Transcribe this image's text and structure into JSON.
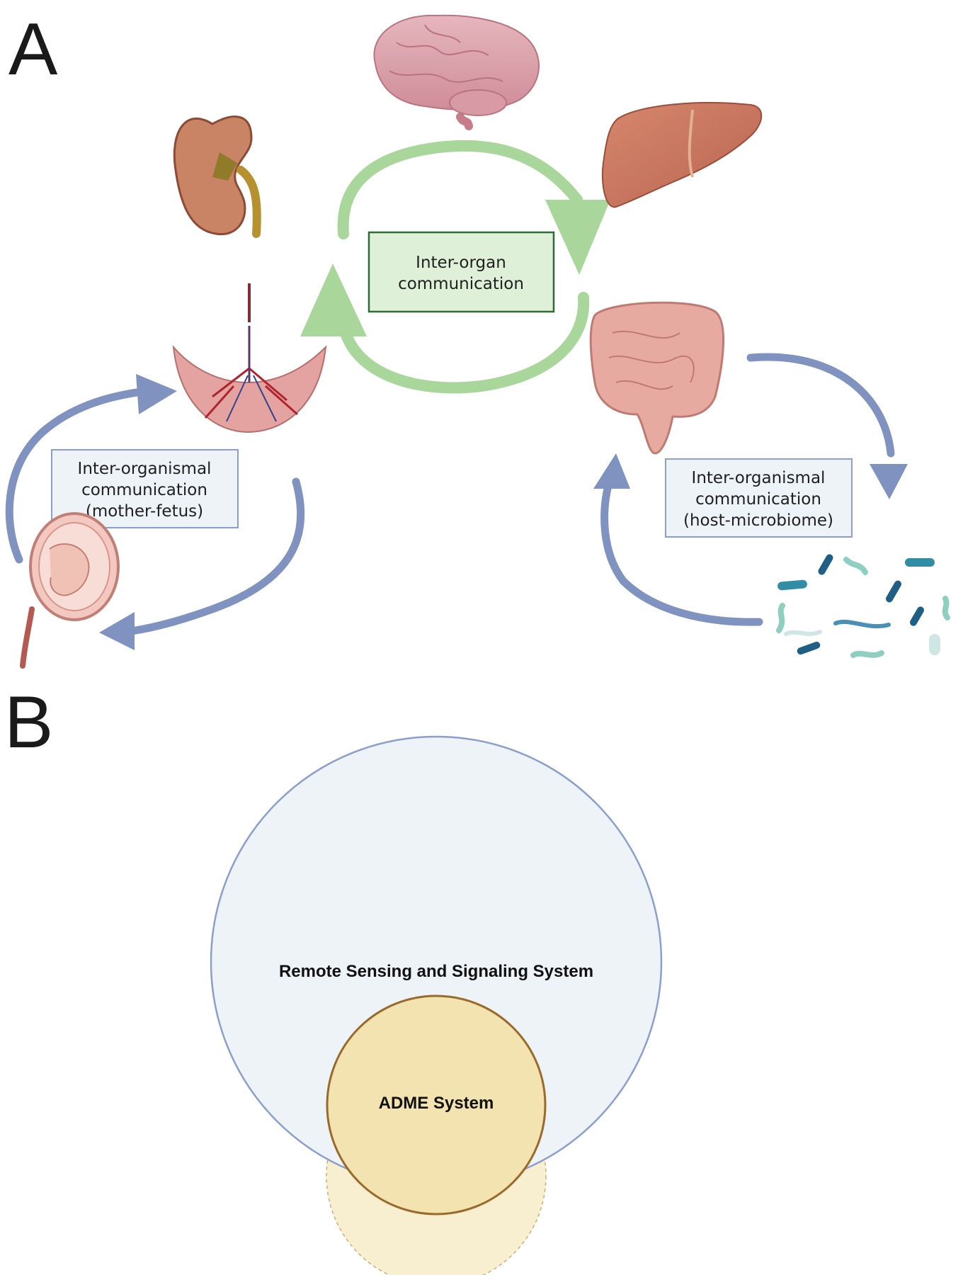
{
  "panels": {
    "a": {
      "label": "A"
    },
    "b": {
      "label": "B"
    }
  },
  "inter_organ": {
    "line1": "Inter-organ",
    "line2": "communication",
    "color": "#a9d69a"
  },
  "mother_fetus": {
    "line1": "Inter-organismal",
    "line2": "communication",
    "line3": "(mother-fetus)"
  },
  "host_microbiome": {
    "line1": "Inter-organismal",
    "line2": "communication",
    "line3": "(host-microbiome)"
  },
  "arrow_color_blue": "#7f92c0",
  "organs": [
    "brain-icon",
    "kidney-icon",
    "liver-icon",
    "placenta-icon",
    "intestine-icon",
    "fetus-icon",
    "bacteria-icon"
  ],
  "venn": {
    "outer_label": "Remote Sensing and Signaling System",
    "inner_label": "ADME System",
    "outer_fill": "#eef3f8",
    "outer_stroke": "#8b9fce",
    "inner_fill": "#f3e3b0",
    "inner_stroke": "#9a6a2c"
  }
}
